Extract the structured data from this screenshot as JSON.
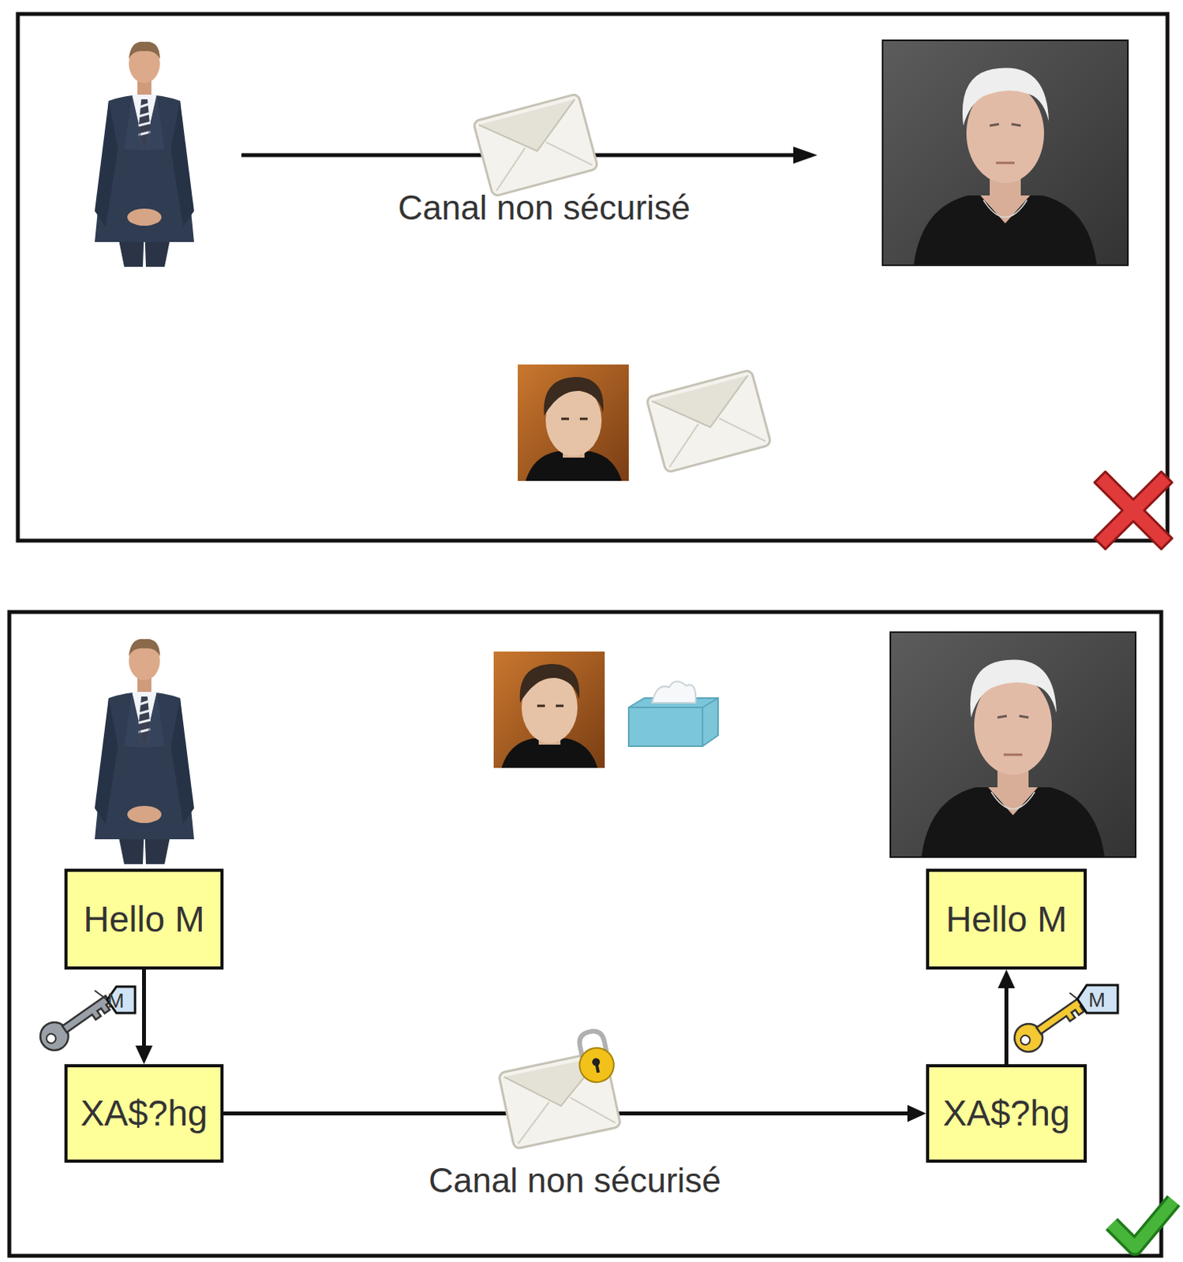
{
  "diagram": {
    "nodes": [
      {
        "text": [
          "Hello M"
        ]
      },
      {
        "text": [
          "Hello M"
        ]
      },
      {
        "text": [
          "XA$?hg"
        ]
      },
      {
        "text": [
          "XA$?hg"
        ]
      }
    ],
    "edges": [
      {
        "from": 0,
        "to": 2,
        "arrow": "to"
      },
      {
        "from": 2,
        "to": 3,
        "label": "Canal non sécurisé",
        "arrow": "to"
      },
      {
        "from": 3,
        "to": 1,
        "arrow": "to"
      }
    ],
    "labels": [
      "Canal non sécurisé",
      "M",
      "M"
    ]
  }
}
